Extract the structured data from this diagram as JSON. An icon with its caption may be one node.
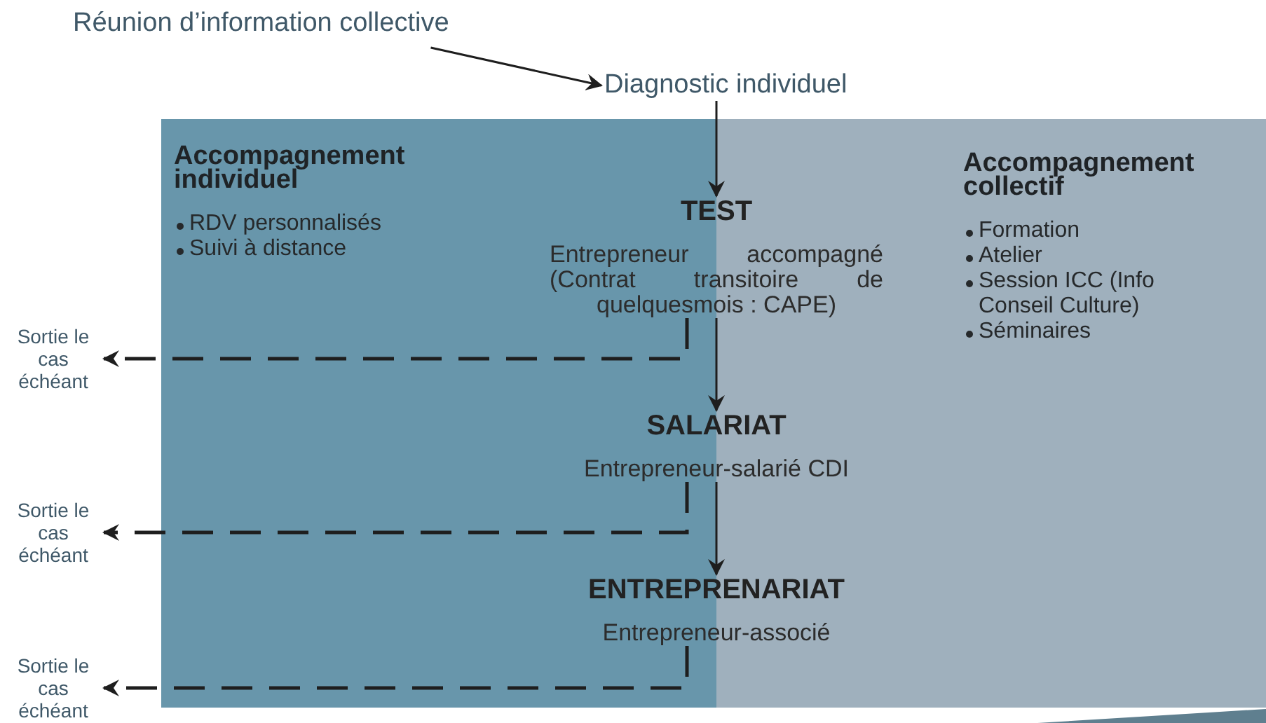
{
  "diagram": {
    "nodes": [
      {
        "text": [
          "Réunion d’information collective"
        ]
      },
      {
        "text": [
          "Diagnostic individuel"
        ]
      },
      {
        "text": [
          "Accompagnement individuel",
          "RDV personnalisés",
          "Suivi à distance"
        ]
      },
      {
        "text": [
          "Accompagnement collectif",
          "Formation",
          "Atelier",
          "Session ICC (Info Conseil Culture)",
          "Séminaires"
        ]
      },
      {
        "text": [
          "TEST",
          "Entrepreneur accompagné (Contrat transitoire de quelquesmois : CAPE)"
        ]
      },
      {
        "text": [
          "SALARIAT",
          "Entrepreneur-salarié CDI"
        ]
      },
      {
        "text": [
          "ENTREPRENARIAT",
          "Entrepreneur-associé"
        ]
      },
      {
        "text": [
          "Sortie le cas échéant"
        ]
      },
      {
        "text": [
          "Sortie le cas échéant"
        ]
      },
      {
        "text": [
          "Sortie le cas échéant"
        ]
      }
    ],
    "edges": [
      {
        "from": 0,
        "to": 1,
        "arrow": "to"
      },
      {
        "from": 1,
        "to": 4,
        "arrow": "to"
      },
      {
        "from": 4,
        "to": 5,
        "arrow": "to"
      },
      {
        "from": 5,
        "to": 6,
        "arrow": "to"
      },
      {
        "from": 4,
        "to": 7,
        "arrow": "to",
        "style": "dashed"
      },
      {
        "from": 5,
        "to": 8,
        "arrow": "to",
        "style": "dashed"
      },
      {
        "from": 6,
        "to": 9,
        "arrow": "to",
        "style": "dashed"
      }
    ]
  }
}
